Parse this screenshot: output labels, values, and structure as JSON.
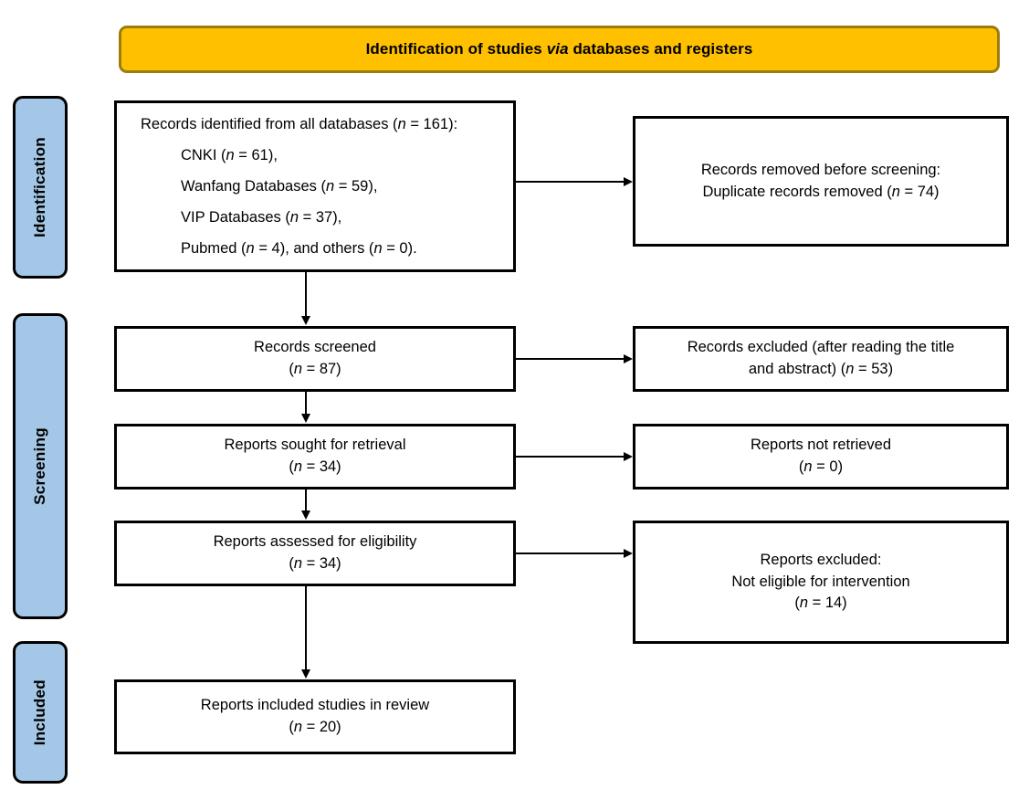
{
  "banner": {
    "text_before": "Identification of studies ",
    "text_italic": "via",
    "text_after": " databases and registers",
    "fill_color": "#FFC000",
    "border_color": "#9C7C0C"
  },
  "stages": [
    {
      "label": "Identification",
      "fill_color": "#A4C7E7"
    },
    {
      "label": "Screening",
      "fill_color": "#A4C7E7"
    },
    {
      "label": "Included",
      "fill_color": "#A4C7E7"
    }
  ],
  "boxes": {
    "identified": {
      "line1_a": "Records identified from all databases (",
      "line1_n": "n",
      "line1_b": " = 161):",
      "line2_a": "CNKI (",
      "line2_n": "n",
      "line2_b": " = 61),",
      "line3_a": "Wanfang Databases (",
      "line3_n": "n",
      "line3_b": " = 59),",
      "line4_a": "VIP Databases (",
      "line4_n": "n",
      "line4_b": " = 37),",
      "line5_a": "Pubmed (",
      "line5_n": "n",
      "line5_b": " = 4), and others (",
      "line5_n2": "n",
      "line5_c": " = 0)."
    },
    "removed": {
      "line1": "Records removed before screening:",
      "line2_a": "Duplicate records removed (",
      "line2_n": "n",
      "line2_b": " = 74)"
    },
    "screened": {
      "line1": "Records screened",
      "line2_a": "(",
      "line2_n": "n",
      "line2_b": " = 87)"
    },
    "records_excluded": {
      "line1": "Records excluded (after reading the title",
      "line2_a": "and abstract) (",
      "line2_n": "n",
      "line2_b": " = 53)"
    },
    "sought": {
      "line1": "Reports sought for retrieval",
      "line2_a": "(",
      "line2_n": "n",
      "line2_b": " = 34)"
    },
    "not_retrieved": {
      "line1": "Reports not retrieved",
      "line2_a": "(",
      "line2_n": "n",
      "line2_b": " = 0)"
    },
    "assessed": {
      "line1": "Reports assessed for eligibility",
      "line2_a": "(",
      "line2_n": "n",
      "line2_b": " = 34)"
    },
    "reports_excluded": {
      "line1": "Reports excluded:",
      "line2": "Not eligible for intervention",
      "line3_a": "(",
      "line3_n": "n",
      "line3_b": " = 14)"
    },
    "included": {
      "line1": "Reports  included studies in review",
      "line2_a": "(",
      "line2_n": "n",
      "line2_b": " = 20)"
    }
  },
  "chart_data": {
    "type": "diagram",
    "title": "Identification of studies via databases and registers",
    "nodes": [
      {
        "id": "identified",
        "stage": "Identification",
        "label": "Records identified from all databases",
        "n": 161,
        "sources": [
          {
            "name": "CNKI",
            "n": 61
          },
          {
            "name": "Wanfang Databases",
            "n": 59
          },
          {
            "name": "VIP Databases",
            "n": 37
          },
          {
            "name": "Pubmed",
            "n": 4
          },
          {
            "name": "others",
            "n": 0
          }
        ]
      },
      {
        "id": "removed",
        "stage": "Identification",
        "label": "Records removed before screening: Duplicate records removed",
        "n": 74
      },
      {
        "id": "screened",
        "stage": "Screening",
        "label": "Records screened",
        "n": 87
      },
      {
        "id": "records_excluded",
        "stage": "Screening",
        "label": "Records excluded (after reading the title and abstract)",
        "n": 53
      },
      {
        "id": "sought",
        "stage": "Screening",
        "label": "Reports sought for retrieval",
        "n": 34
      },
      {
        "id": "not_retrieved",
        "stage": "Screening",
        "label": "Reports not retrieved",
        "n": 0
      },
      {
        "id": "assessed",
        "stage": "Screening",
        "label": "Reports assessed for eligibility",
        "n": 34
      },
      {
        "id": "reports_excluded",
        "stage": "Screening",
        "label": "Reports excluded: Not eligible for intervention",
        "n": 14
      },
      {
        "id": "included",
        "stage": "Included",
        "label": "Reports included studies in review",
        "n": 20
      }
    ],
    "edges": [
      {
        "from": "identified",
        "to": "removed",
        "direction": "right"
      },
      {
        "from": "identified",
        "to": "screened",
        "direction": "down"
      },
      {
        "from": "screened",
        "to": "records_excluded",
        "direction": "right"
      },
      {
        "from": "screened",
        "to": "sought",
        "direction": "down"
      },
      {
        "from": "sought",
        "to": "not_retrieved",
        "direction": "right"
      },
      {
        "from": "sought",
        "to": "assessed",
        "direction": "down"
      },
      {
        "from": "assessed",
        "to": "reports_excluded",
        "direction": "right"
      },
      {
        "from": "assessed",
        "to": "included",
        "direction": "down"
      }
    ]
  }
}
